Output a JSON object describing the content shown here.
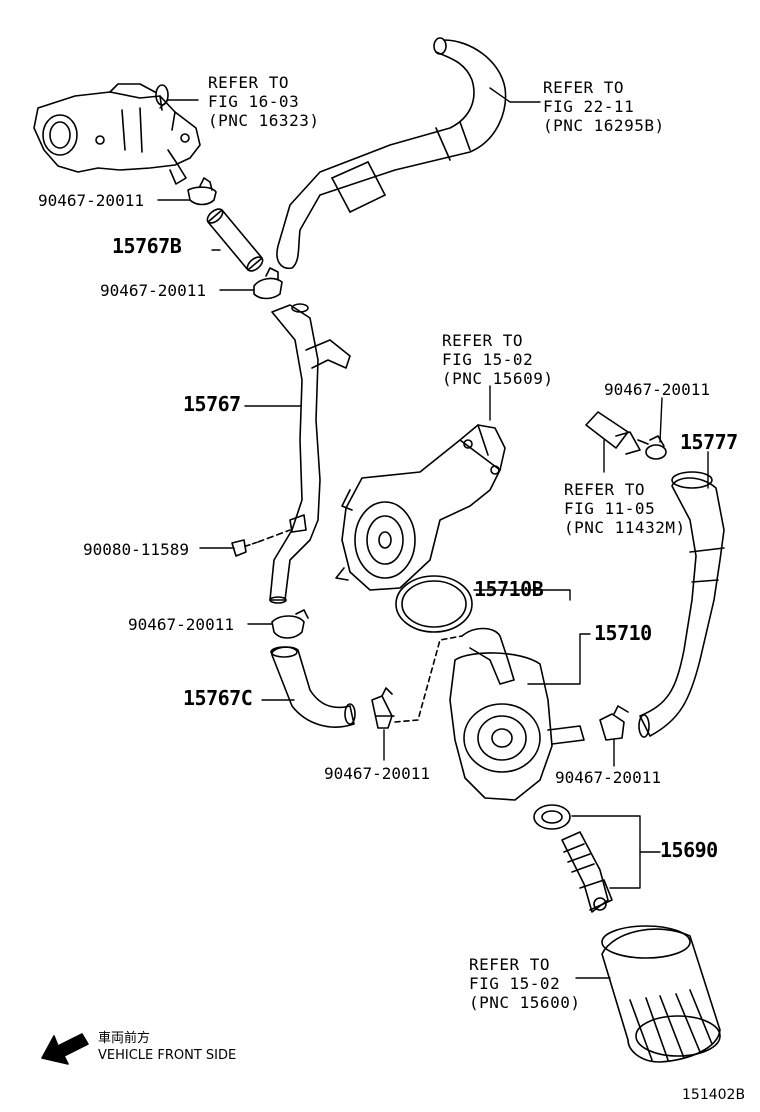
{
  "refs": [
    {
      "id": "ref-16323",
      "lines": [
        "REFER TO",
        "FIG 16-03",
        "(PNC 16323)"
      ]
    },
    {
      "id": "ref-16295b",
      "lines": [
        "REFER TO",
        "FIG 22-11",
        "(PNC 16295B)"
      ]
    },
    {
      "id": "ref-15609",
      "lines": [
        "REFER TO",
        "FIG 15-02",
        "(PNC 15609)"
      ]
    },
    {
      "id": "ref-11432m",
      "lines": [
        "REFER TO",
        "FIG 11-05",
        "(PNC 11432M)"
      ]
    },
    {
      "id": "ref-15600",
      "lines": [
        "REFER TO",
        "FIG 15-02",
        "(PNC 15600)"
      ]
    }
  ],
  "parts": {
    "clamp_a": "90467-20011",
    "hose_15767b": "15767B",
    "clamp_b": "90467-20011",
    "pipe_15767": "15767",
    "bolt": "90080-11589",
    "clamp_c": "90467-20011",
    "hose_15767c": "15767C",
    "clamp_d": "90467-20011",
    "clamp_e": "90467-20011",
    "hose_15777": "15777",
    "gasket_15710b": "15710B",
    "cooler_15710": "15710",
    "clamp_f": "90467-20011",
    "union_15690": "15690"
  },
  "direction": {
    "japanese": "車両前方",
    "english": "VEHICLE FRONT SIDE",
    "icon": "arrow-down-left-icon"
  },
  "figure_number": "151402B"
}
